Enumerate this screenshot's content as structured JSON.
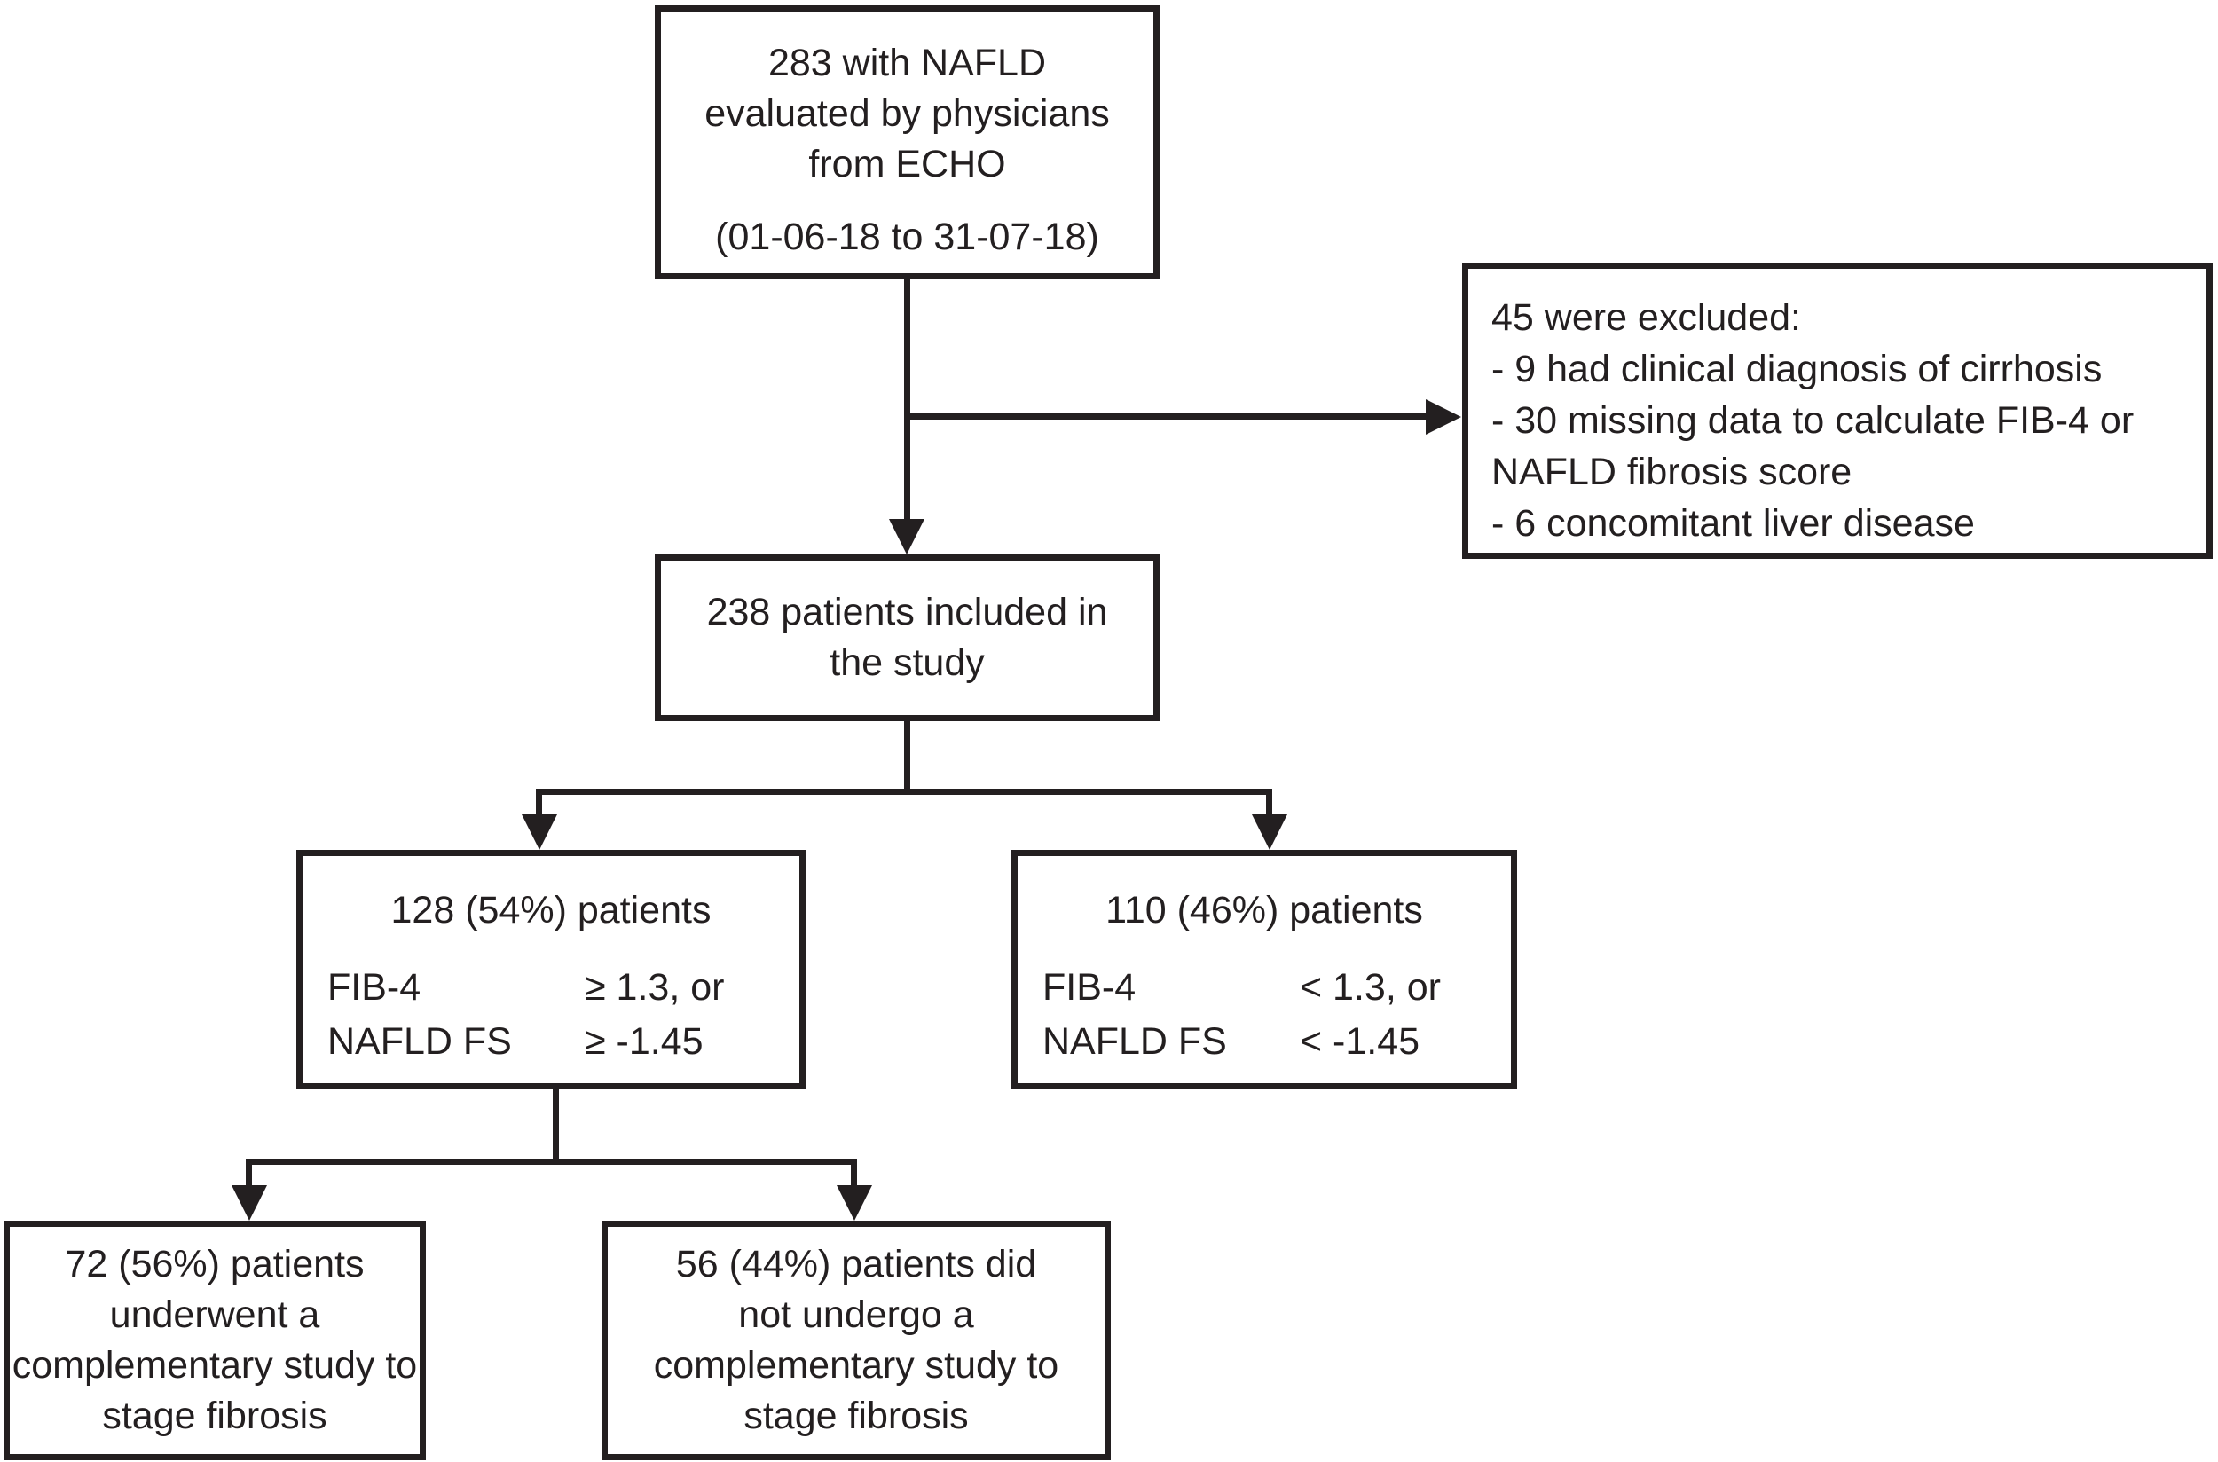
{
  "colors": {
    "line": "#231f20",
    "text": "#231f20",
    "background": "#ffffff"
  },
  "nodes": {
    "source": {
      "lines": [
        "283 with NAFLD",
        "evaluated by physicians",
        "from ECHO"
      ],
      "date_range": "(01-06-18 to 31-07-18)"
    },
    "excluded": {
      "title": "45 were excluded:",
      "items": [
        "- 9 had clinical diagnosis of cirrhosis",
        "- 30 missing data to calculate FIB-4 or",
        "NAFLD fibrosis score",
        "- 6 concomitant liver disease"
      ]
    },
    "included": {
      "lines": [
        "238 patients included in",
        "the study"
      ]
    },
    "high_risk": {
      "count": "128 (54%) patients",
      "criteria": [
        {
          "label": "FIB-4",
          "value": "≥ 1.3, or"
        },
        {
          "label": "NAFLD FS",
          "value": "≥ -1.45"
        }
      ]
    },
    "low_risk": {
      "count": "110 (46%) patients",
      "criteria": [
        {
          "label": "FIB-4",
          "value": "< 1.3, or"
        },
        {
          "label": "NAFLD FS",
          "value": "< -1.45"
        }
      ]
    },
    "staged": {
      "lines": [
        "72 (56%) patients",
        "underwent a",
        "complementary study to",
        "stage fibrosis"
      ]
    },
    "not_staged": {
      "lines": [
        "56 (44%) patients did",
        "not undergo a",
        "complementary study to",
        "stage fibrosis"
      ]
    }
  }
}
